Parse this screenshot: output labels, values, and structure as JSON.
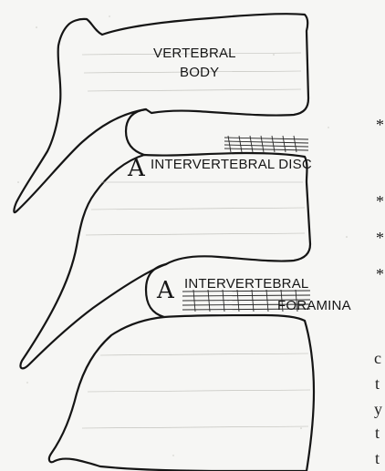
{
  "labels": {
    "body_line1": "VERTEBRAL",
    "body_line2": "BODY",
    "disc_marker": "A",
    "disc": "INTERVERTEBRAL DISC",
    "foramina_marker": "A",
    "foramina_line1": "INTERVERTEBRAL",
    "foramina_line2": "FORAMINA"
  },
  "right_margin": {
    "bullets": [
      "*",
      "*",
      "*",
      "*"
    ],
    "cut_letters": [
      "c",
      "t",
      "y",
      "t",
      "t"
    ]
  }
}
